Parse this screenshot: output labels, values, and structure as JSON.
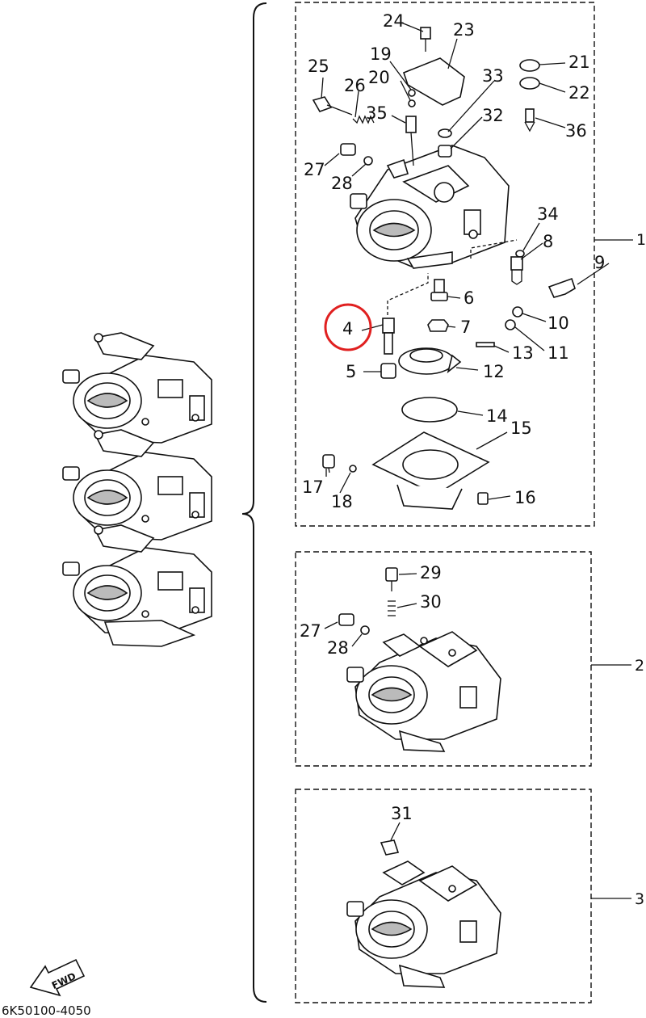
{
  "callouts": [
    "24",
    "23",
    "19",
    "20",
    "21",
    "22",
    "33",
    "25",
    "26",
    "35",
    "32",
    "36",
    "27",
    "28",
    "34",
    "8",
    "9",
    "1",
    "6",
    "4",
    "7",
    "10",
    "13",
    "11",
    "5",
    "12",
    "14",
    "15",
    "17",
    "18",
    "16"
  ],
  "group2_callouts": [
    "29",
    "30",
    "27",
    "28",
    "2"
  ],
  "group3_callouts": [
    "31",
    "3"
  ],
  "fwd_label": "FWD",
  "diagram_code": "6K50100-4050",
  "highlight": {
    "part": "4",
    "color": "#e02020"
  }
}
